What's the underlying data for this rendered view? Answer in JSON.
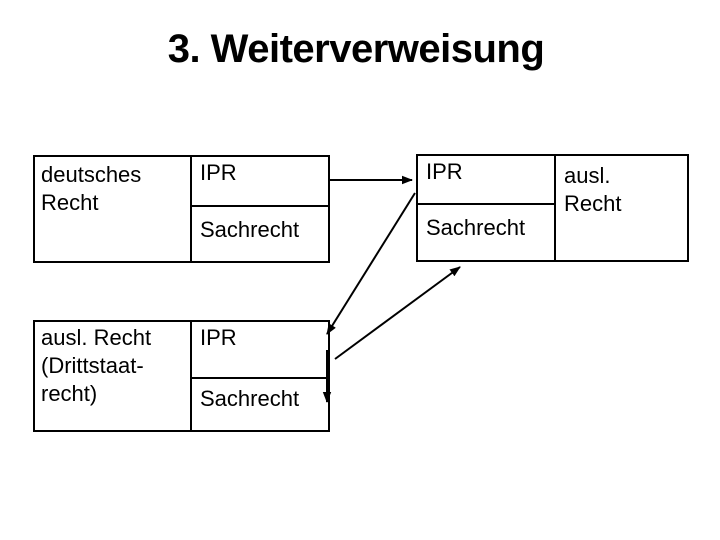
{
  "slide": {
    "title": "3. Weiterverweisung",
    "background_color": "#ffffff",
    "text_color": "#000000",
    "line_color": "#000000"
  },
  "diagram": {
    "boxes": {
      "german": {
        "label_lines": [
          "deutsches",
          "Recht"
        ],
        "ipr": "IPR",
        "sachrecht": "Sachrecht"
      },
      "foreign": {
        "label_lines": [
          "ausl.",
          "Recht"
        ],
        "ipr": "IPR",
        "sachrecht": "Sachrecht"
      },
      "third_state": {
        "label_lines": [
          "ausl. Recht",
          "(Drittstaat-",
          "recht)"
        ],
        "ipr": "IPR",
        "sachrecht": "Sachrecht"
      }
    },
    "edges": [
      {
        "from": "german.ipr",
        "to": "foreign.ipr",
        "direction": "right"
      },
      {
        "from": "foreign.ipr",
        "to": "third_state.ipr",
        "direction": "down-left"
      },
      {
        "from": "third_state",
        "to": "foreign.sachrecht",
        "direction": "up-right"
      },
      {
        "from": "third_state.ipr",
        "to": "third_state.sachrecht",
        "direction": "down"
      }
    ]
  }
}
